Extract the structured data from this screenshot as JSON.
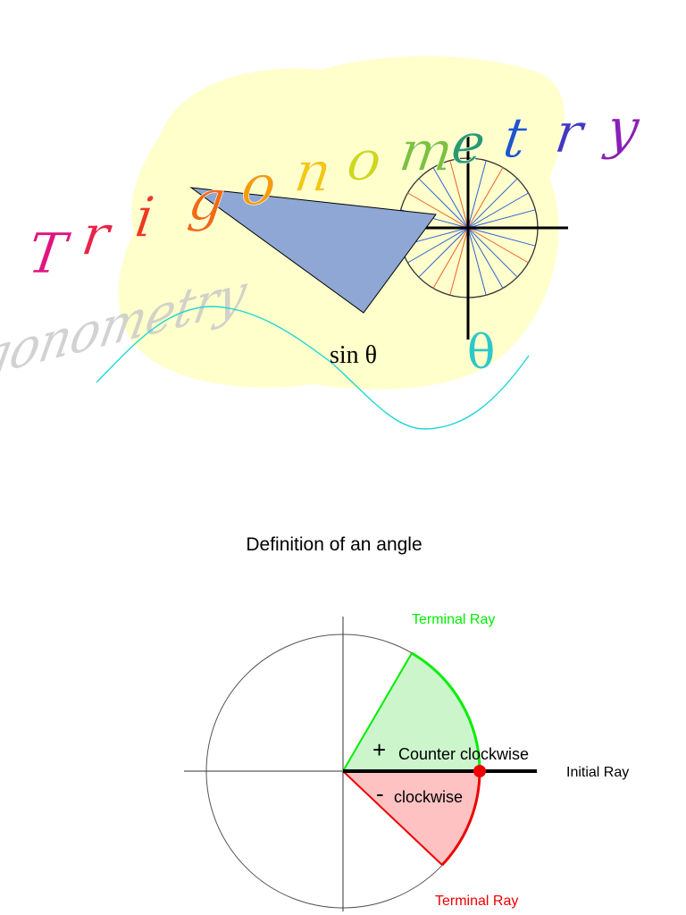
{
  "clipart": {
    "word": "Trigonometry",
    "letter_colors": [
      "#e0157f",
      "#e8244a",
      "#ee3a1c",
      "#f26a0e",
      "#f59c0a",
      "#f4c812",
      "#cfd81a",
      "#7cc23a",
      "#2a9a6a",
      "#1f55c8",
      "#4438c2",
      "#8a1fb6"
    ],
    "sine_label": "sin θ",
    "theta_symbol": "θ",
    "theta_color": "#2ec8c8",
    "blob_color": "#ffffcc",
    "triangle_color": "#8fa7d4",
    "sine_wave_color": "#22d6d6"
  },
  "definition": {
    "heading": "Definition of an angle",
    "terminal_ray_top": "Terminal Ray",
    "terminal_ray_bottom": "Terminal Ray",
    "initial_ray": "Initial Ray",
    "plus_sign": "+",
    "counter_clockwise": "Counter clockwise",
    "minus_sign": "-",
    "clockwise": "clockwise",
    "positive_color": "#00ee00",
    "negative_color": "#ee0000",
    "positive_fill": "#ccf5cc",
    "negative_fill": "#ffc2c2"
  }
}
